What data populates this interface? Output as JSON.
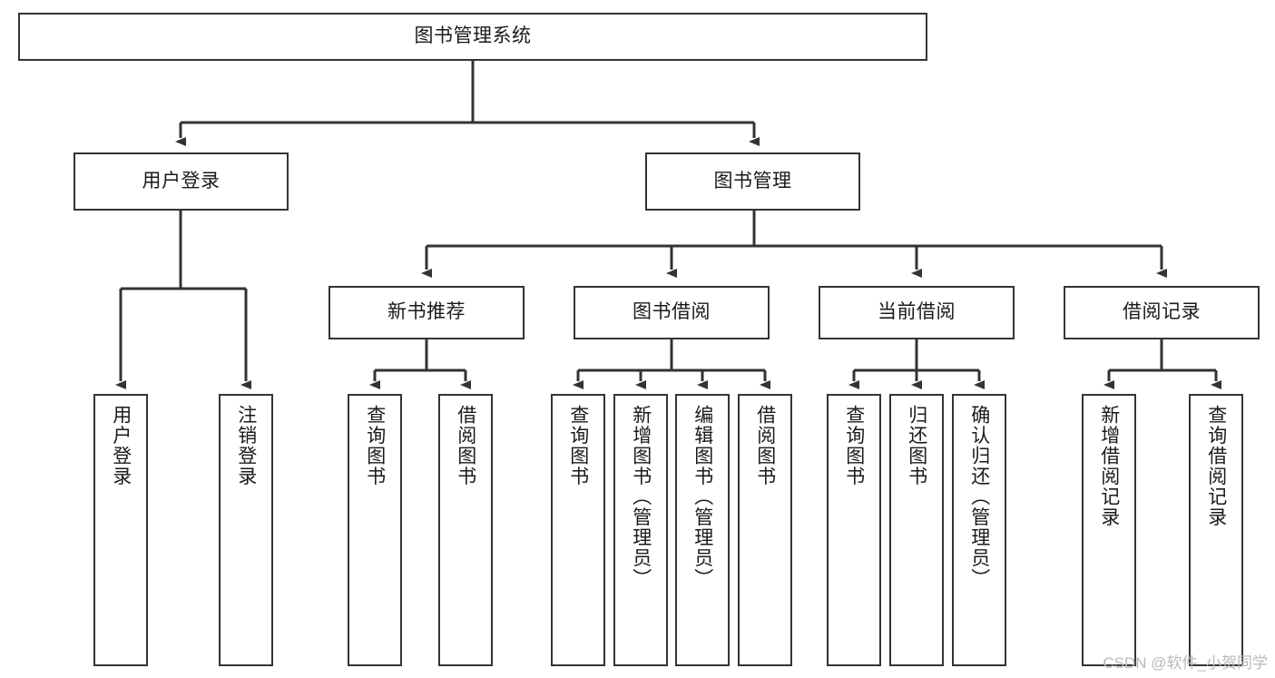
{
  "diagram": {
    "type": "tree",
    "title": "图书管理系统",
    "orientation": "top-down",
    "colors": {
      "box_border": "#343434",
      "box_fill": "#ffffff",
      "connector": "#333333",
      "text": "#1a1a1a",
      "watermark": "#b9b9b9"
    },
    "nodes": {
      "root": {
        "label": "图书管理系统"
      },
      "level2": [
        {
          "id": "user-login",
          "label": "用户登录"
        },
        {
          "id": "book-manage",
          "label": "图书管理"
        }
      ],
      "level3": [
        {
          "id": "new-book-rec",
          "label": "新书推荐"
        },
        {
          "id": "book-borrow",
          "label": "图书借阅"
        },
        {
          "id": "current-borrow",
          "label": "当前借阅"
        },
        {
          "id": "borrow-record",
          "label": "借阅记录"
        }
      ],
      "leaves": {
        "user-login": [
          {
            "id": "leaf-user-login",
            "label": "用户登录"
          },
          {
            "id": "leaf-user-logout",
            "label": "注销登录"
          }
        ],
        "new-book-rec": [
          {
            "id": "leaf-query-book-1",
            "label": "查询图书"
          },
          {
            "id": "leaf-borrow-book-1",
            "label": "借阅图书"
          }
        ],
        "book-borrow": [
          {
            "id": "leaf-query-book-2",
            "label": "查询图书"
          },
          {
            "id": "leaf-add-book",
            "label": "新增图书（管理员）"
          },
          {
            "id": "leaf-edit-book",
            "label": "编辑图书（管理员）"
          },
          {
            "id": "leaf-borrow-book-2",
            "label": "借阅图书"
          }
        ],
        "current-borrow": [
          {
            "id": "leaf-query-book-3",
            "label": "查询图书"
          },
          {
            "id": "leaf-return-book",
            "label": "归还图书"
          },
          {
            "id": "leaf-confirm-return",
            "label": "确认归还（管理员）"
          }
        ],
        "borrow-record": [
          {
            "id": "leaf-add-record",
            "label": "新增借阅记录"
          },
          {
            "id": "leaf-query-record",
            "label": "查询借阅记录"
          }
        ]
      }
    },
    "watermark": "CSDN @软件_小贺同学"
  }
}
